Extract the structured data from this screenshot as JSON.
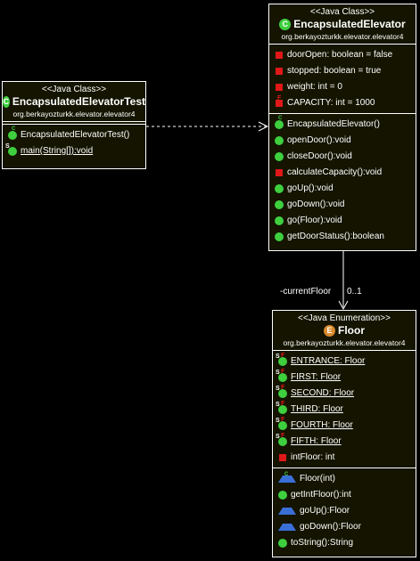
{
  "test_class": {
    "stereotype": "<<Java Class>>",
    "name": "EncapsulatedElevatorTest",
    "package": "org.berkayozturkk.elevator.elevator4",
    "badge": "C",
    "methods": [
      "EncapsulatedElevatorTest()",
      "main(String[]):void"
    ]
  },
  "elevator_class": {
    "stereotype": "<<Java Class>>",
    "name": "EncapsulatedElevator",
    "package": "org.berkayozturkk.elevator.elevator4",
    "badge": "C",
    "fields": [
      "doorOpen: boolean = false",
      "stopped: boolean = true",
      "weight: int = 0",
      "CAPACITY: int = 1000"
    ],
    "methods": [
      "EncapsulatedElevator()",
      "openDoor():void",
      "closeDoor():void",
      "calculateCapacity():void",
      "goUp():void",
      "goDown():void",
      "go(Floor):void",
      "getDoorStatus():boolean"
    ]
  },
  "floor_enum": {
    "stereotype": "<<Java Enumeration>>",
    "name": "Floor",
    "package": "org.berkayozturkk.elevator.elevator4",
    "badge": "E",
    "fields": [
      "ENTRANCE: Floor",
      "FIRST: Floor",
      "SECOND: Floor",
      "THIRD: Floor",
      "FOURTH: Floor",
      "FIFTH: Floor",
      "intFloor: int"
    ],
    "methods": [
      "Floor(int)",
      "getIntFloor():int",
      "goUp():Floor",
      "goDown():Floor",
      "toString():String"
    ]
  },
  "association": {
    "role": "-currentFloor",
    "multiplicity": "0..1"
  },
  "colors": {
    "background": "#000000",
    "box_fill": "#141400",
    "public_icon": "#3ecf3e",
    "private_icon": "#e01818",
    "package_icon": "#3a6fd8",
    "enum_badge": "#d88a2c"
  }
}
